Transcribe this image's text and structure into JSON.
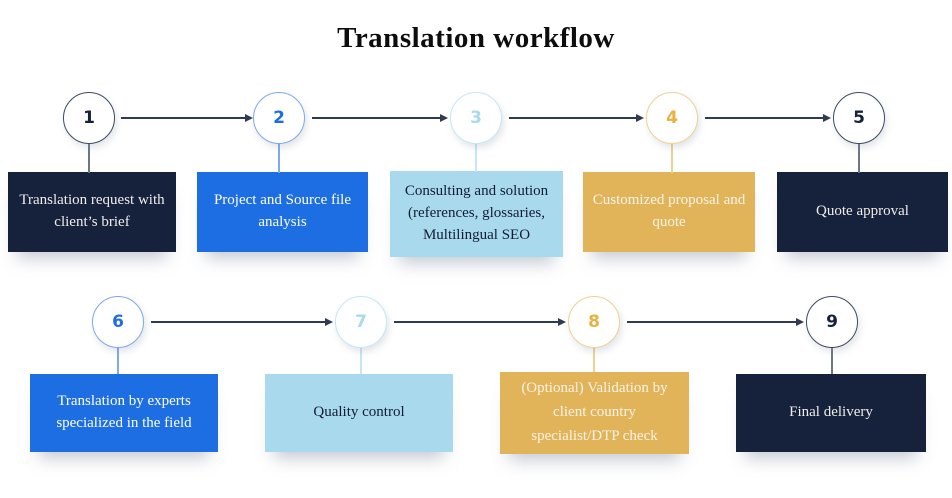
{
  "title": "Translation workflow",
  "palette": {
    "dark": "#16213C",
    "blue": "#1C6EE2",
    "light_blue": "#A9D9EC",
    "gold": "#E2B45A",
    "gold_number": "#E9B23E",
    "arrow": "#2E3B52",
    "ring_dark": "#3E4A63",
    "ring_blue": "#7FA8F0",
    "ring_light_blue": "#C6E6F6",
    "ring_gold": "#EFD195",
    "line_dark": "#6E7686",
    "text_on_dark": "#EFEDEA",
    "text_on_blue": "#FFFFFF",
    "text_on_light": "#121D35",
    "text_on_gold": "#F8F3E7"
  },
  "steps": [
    {
      "number": "1",
      "theme": "dark",
      "label": "Translation request with client’s brief"
    },
    {
      "number": "2",
      "theme": "blue",
      "label": "Project and Source file analysis"
    },
    {
      "number": "3",
      "theme": "lightblue",
      "label": "Consulting and solution (references, glossaries, Multilingual SEO"
    },
    {
      "number": "4",
      "theme": "gold",
      "label": "Customized proposal and quote"
    },
    {
      "number": "5",
      "theme": "dark",
      "label": "Quote approval"
    },
    {
      "number": "6",
      "theme": "blue",
      "label": "Translation by experts specialized in the field"
    },
    {
      "number": "7",
      "theme": "lightblue",
      "label": "Quality control"
    },
    {
      "number": "8",
      "theme": "gold",
      "label": "(Optional) Validation by client country specialist/DTP check"
    },
    {
      "number": "9",
      "theme": "dark",
      "label": "Final delivery"
    }
  ]
}
